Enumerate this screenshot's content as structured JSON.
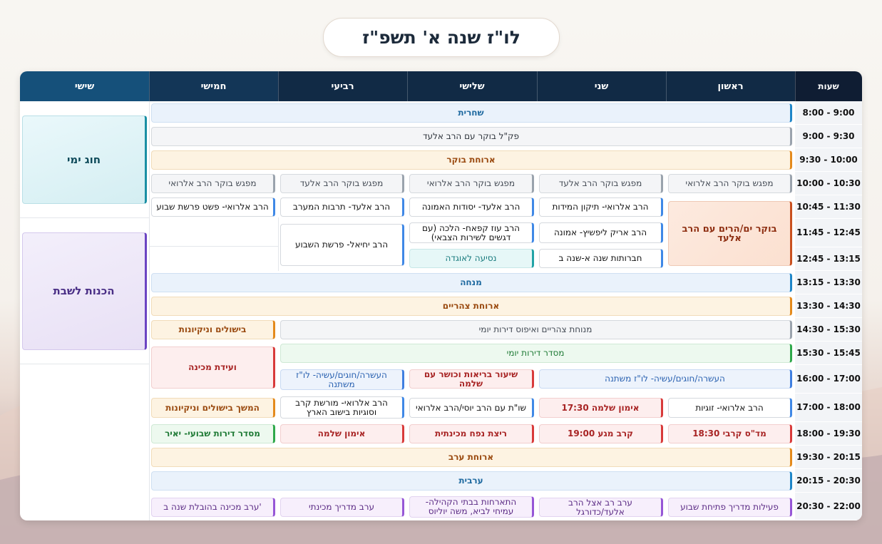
{
  "page_title": "לו\"ז שנה א' תשפ\"ז",
  "headers": [
    "שעות",
    "ראשון",
    "שני",
    "שלישי",
    "רביעי",
    "חמישי",
    "שישי"
  ],
  "times": [
    "8:00 - 9:00",
    "9:00 - 9:30",
    "9:30 - 10:00",
    "10:00 - 10:30",
    "10:45 - 11:30",
    "11:45 - 12:45",
    "12:45 - 13:15",
    "13:15 - 13:30",
    "13:30 - 14:30",
    "14:30 - 15:30",
    "15:30 - 15:45",
    "16:00 - 17:00",
    "17:00 - 18:00",
    "18:00 - 19:30",
    "19:30 - 20:15",
    "20:15 - 20:30",
    "20:30 - 22:00"
  ],
  "friday": {
    "hug_yomi": "חוג ימי",
    "shabbat_prep": "הכנות לשבת"
  },
  "cells": {
    "shacharit": "שחרית",
    "pakal": "פק\"ל בוקר עם הרב אלעד",
    "breakfast": "ארוחת בוקר",
    "r4": [
      "מפגש בוקר הרב אלרואי",
      "מפגש בוקר הרב אלעד",
      "מפגש בוקר הרב אלרואי",
      "מפגש בוקר הרב אלעד",
      "מפגש בוקר הרב אלרואי"
    ],
    "r5": {
      "sun": "בוקר ים/הרים עם הרב אלעד",
      "mon": "הרב אלרואי- תיקון המידות",
      "tue": "הרב אלעד- יסודות האמונה",
      "wed": "הרב אלעד- תרבות המערב",
      "thu": "הרב אלרואי- פשט פרשת שבוע"
    },
    "r6": {
      "mon": "הרב אריק ליפשיץ- אמונה",
      "tue": "הרב עוז קפאח- הלכה (עם דגשים לשירות הצבאי)",
      "wed": "הרב יחיאל- פרשת השבוע"
    },
    "r7": {
      "mon": "חברותות שנה א-שנה ב",
      "tue": "נסיעה לאוגדה"
    },
    "mincha": "מנחה",
    "lunch": "ארוחת צהריים",
    "r10": {
      "sun_wed": "מנוחת צהריים ואיפוס דירות יומי",
      "thu": "בישולים וניקיונות"
    },
    "r11": {
      "sun_wed": "מסדר דירות יומי",
      "thu": "ועידת מכינה"
    },
    "r12": {
      "sun_mon": "העשרה/חוגים/עשיה- לו\"ז משתנה",
      "tue": "שיעור בריאות וכושר עם שלמה",
      "wed": "העשרה/חוגים/עשיה- לו\"ז משתנה"
    },
    "r13": [
      "הרב אלרואי- זוגיות",
      "17:30 אימון שלמה",
      "שו\"ת עם הרב יוסי/הרב אלרואי",
      "הרב אלרואי- מורשת קרב וסוגיות בישוב הארץ",
      "המשך בישולים וניקיונות"
    ],
    "r14": [
      "18:30 מד\"ס קרבי",
      "19:00 קרב מגע",
      "ריצת נפח מכינתית",
      "אימון שלמה",
      "מסדר דירות שבועי- יאיר"
    ],
    "dinner": "ארוחת ערב",
    "arvit": "ערבית",
    "r17": [
      "פעילות מדריך פתיחת שבוע",
      "ערב רב אצל הרב אלעד/כדורגל",
      "התארחות בבתי הקהילה- עמיחי לביא, משה יוליוס",
      "ערב מדריך מכינתי",
      "ערב מכינה בהובלת שנה ב'"
    ]
  }
}
